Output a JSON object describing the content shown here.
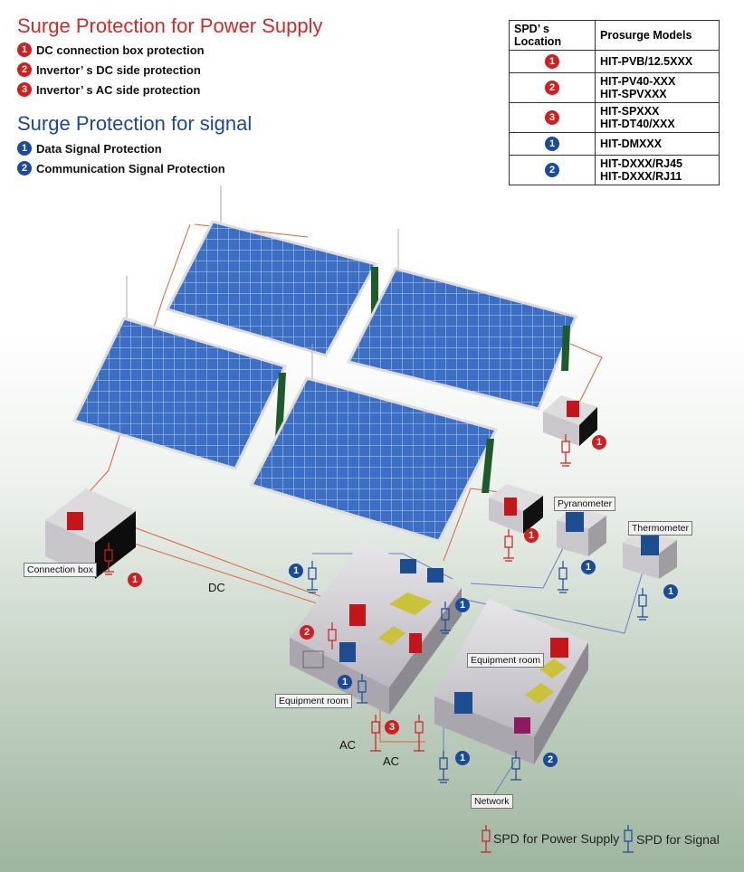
{
  "power_section": {
    "title": "Surge Protection for Power Supply",
    "items": [
      {
        "num": "1",
        "label": "DC connection box protection"
      },
      {
        "num": "2",
        "label": "Invertor’ s DC side protection"
      },
      {
        "num": "3",
        "label": "Invertor’ s AC side protection"
      }
    ]
  },
  "signal_section": {
    "title": "Surge Protection for signal",
    "items": [
      {
        "num": "1",
        "label": "Data Signal Protection"
      },
      {
        "num": "2",
        "label": "Communication Signal Protection"
      }
    ]
  },
  "table": {
    "col1": "SPD’ s Location",
    "col2": "Prosurge Models",
    "rows": [
      {
        "num": "1",
        "type": "power",
        "models": [
          "HIT-PVB/12.5XXX"
        ]
      },
      {
        "num": "2",
        "type": "power",
        "models": [
          "HIT-PV40-XXX",
          "HIT-SPVXXX"
        ]
      },
      {
        "num": "3",
        "type": "power",
        "models": [
          "HIT-SPXXX",
          "HIT-DT40/XXX"
        ]
      },
      {
        "num": "1",
        "type": "signal",
        "models": [
          "HIT-DMXXX"
        ]
      },
      {
        "num": "2",
        "type": "signal",
        "models": [
          "HIT-DXXX/RJ45",
          "HIT-DXXX/RJ11"
        ]
      }
    ]
  },
  "labels": {
    "connection_box": "Connection box",
    "dc": "DC",
    "ac1": "AC",
    "ac2": "AC",
    "equipment_room_1": "Equipment room",
    "equipment_room_2": "Equipment room",
    "pyranometer": "Pyranometer",
    "thermometer": "Thermometer",
    "network": "Network"
  },
  "markers": {
    "m_box1": "1",
    "m_box2": "1",
    "m_conn": "1",
    "m_inv": "2",
    "m_ac": "3",
    "s_left": "1",
    "s_mid": "1",
    "s_pyr": "1",
    "s_therm": "1",
    "s_eq": "1",
    "s_bot": "1",
    "s_net": "2"
  },
  "bottom_legend": {
    "power": "SPD for Power Supply",
    "signal": "SPD for Signal"
  },
  "colors": {
    "power": "#d11e1e",
    "signal": "#1a4a9a",
    "title_red": "#d22a2a",
    "title_blue": "#1e4a8c",
    "panel": "#3a6cc0"
  }
}
